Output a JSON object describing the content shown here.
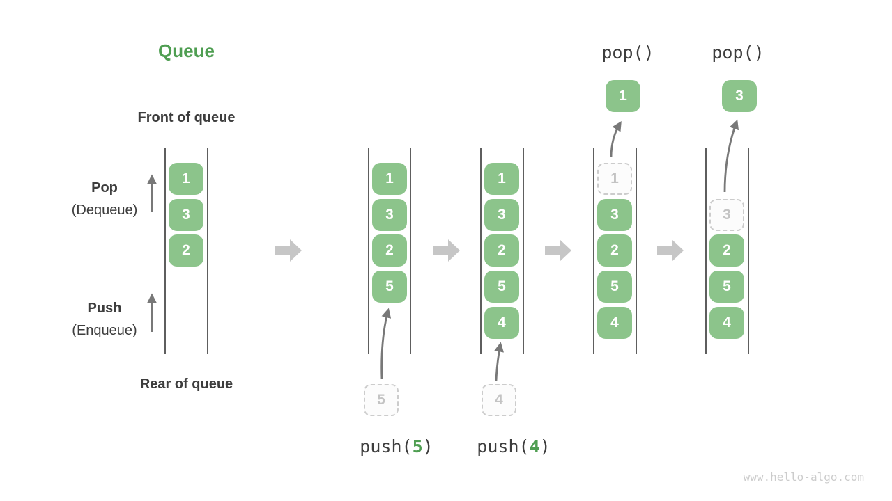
{
  "title": "Queue",
  "labels": {
    "front": "Front of queue",
    "rear": "Rear of queue",
    "pop_main": "Pop",
    "pop_sub": "(Dequeue)",
    "push_main": "Push",
    "push_sub": "(Enqueue)"
  },
  "queues": [
    {
      "cells": [
        {
          "v": "1",
          "state": "filled"
        },
        {
          "v": "3",
          "state": "filled"
        },
        {
          "v": "2",
          "state": "filled"
        }
      ]
    },
    {
      "cells": [
        {
          "v": "1",
          "state": "filled"
        },
        {
          "v": "3",
          "state": "filled"
        },
        {
          "v": "2",
          "state": "filled"
        },
        {
          "v": "5",
          "state": "filled"
        }
      ],
      "pending": {
        "v": "5",
        "state": "ghost"
      },
      "op": {
        "prefix": "push(",
        "arg": "5",
        "suffix": ")"
      }
    },
    {
      "cells": [
        {
          "v": "1",
          "state": "filled"
        },
        {
          "v": "3",
          "state": "filled"
        },
        {
          "v": "2",
          "state": "filled"
        },
        {
          "v": "5",
          "state": "filled"
        },
        {
          "v": "4",
          "state": "filled"
        }
      ],
      "pending": {
        "v": "4",
        "state": "ghost"
      },
      "op": {
        "prefix": "push(",
        "arg": "4",
        "suffix": ")"
      }
    },
    {
      "cells": [
        {
          "v": "1",
          "state": "ghost"
        },
        {
          "v": "3",
          "state": "filled"
        },
        {
          "v": "2",
          "state": "filled"
        },
        {
          "v": "5",
          "state": "filled"
        },
        {
          "v": "4",
          "state": "filled"
        }
      ],
      "popped": {
        "v": "1",
        "state": "filled"
      },
      "op_label": "pop()"
    },
    {
      "cells": [
        {
          "v": "3",
          "state": "ghost"
        },
        {
          "v": "2",
          "state": "filled"
        },
        {
          "v": "5",
          "state": "filled"
        },
        {
          "v": "4",
          "state": "filled"
        }
      ],
      "popped": {
        "v": "3",
        "state": "filled"
      },
      "op_label": "pop()"
    }
  ],
  "watermark": "www.hello-algo.com",
  "colors": {
    "cell-green": "#8cc48b",
    "accent-green": "#4f9e52",
    "ink": "#3d3d3d",
    "wall": "#5e5e5e",
    "big-arrow": "#c6c6c6",
    "thin-arrow": "#787878",
    "ghost-border": "#cccccc",
    "ghost-text": "#c3c3c3",
    "ghost-fill": "#fcfcfc",
    "watermark": "#cccccc",
    "cell-text": "#ffffff"
  }
}
